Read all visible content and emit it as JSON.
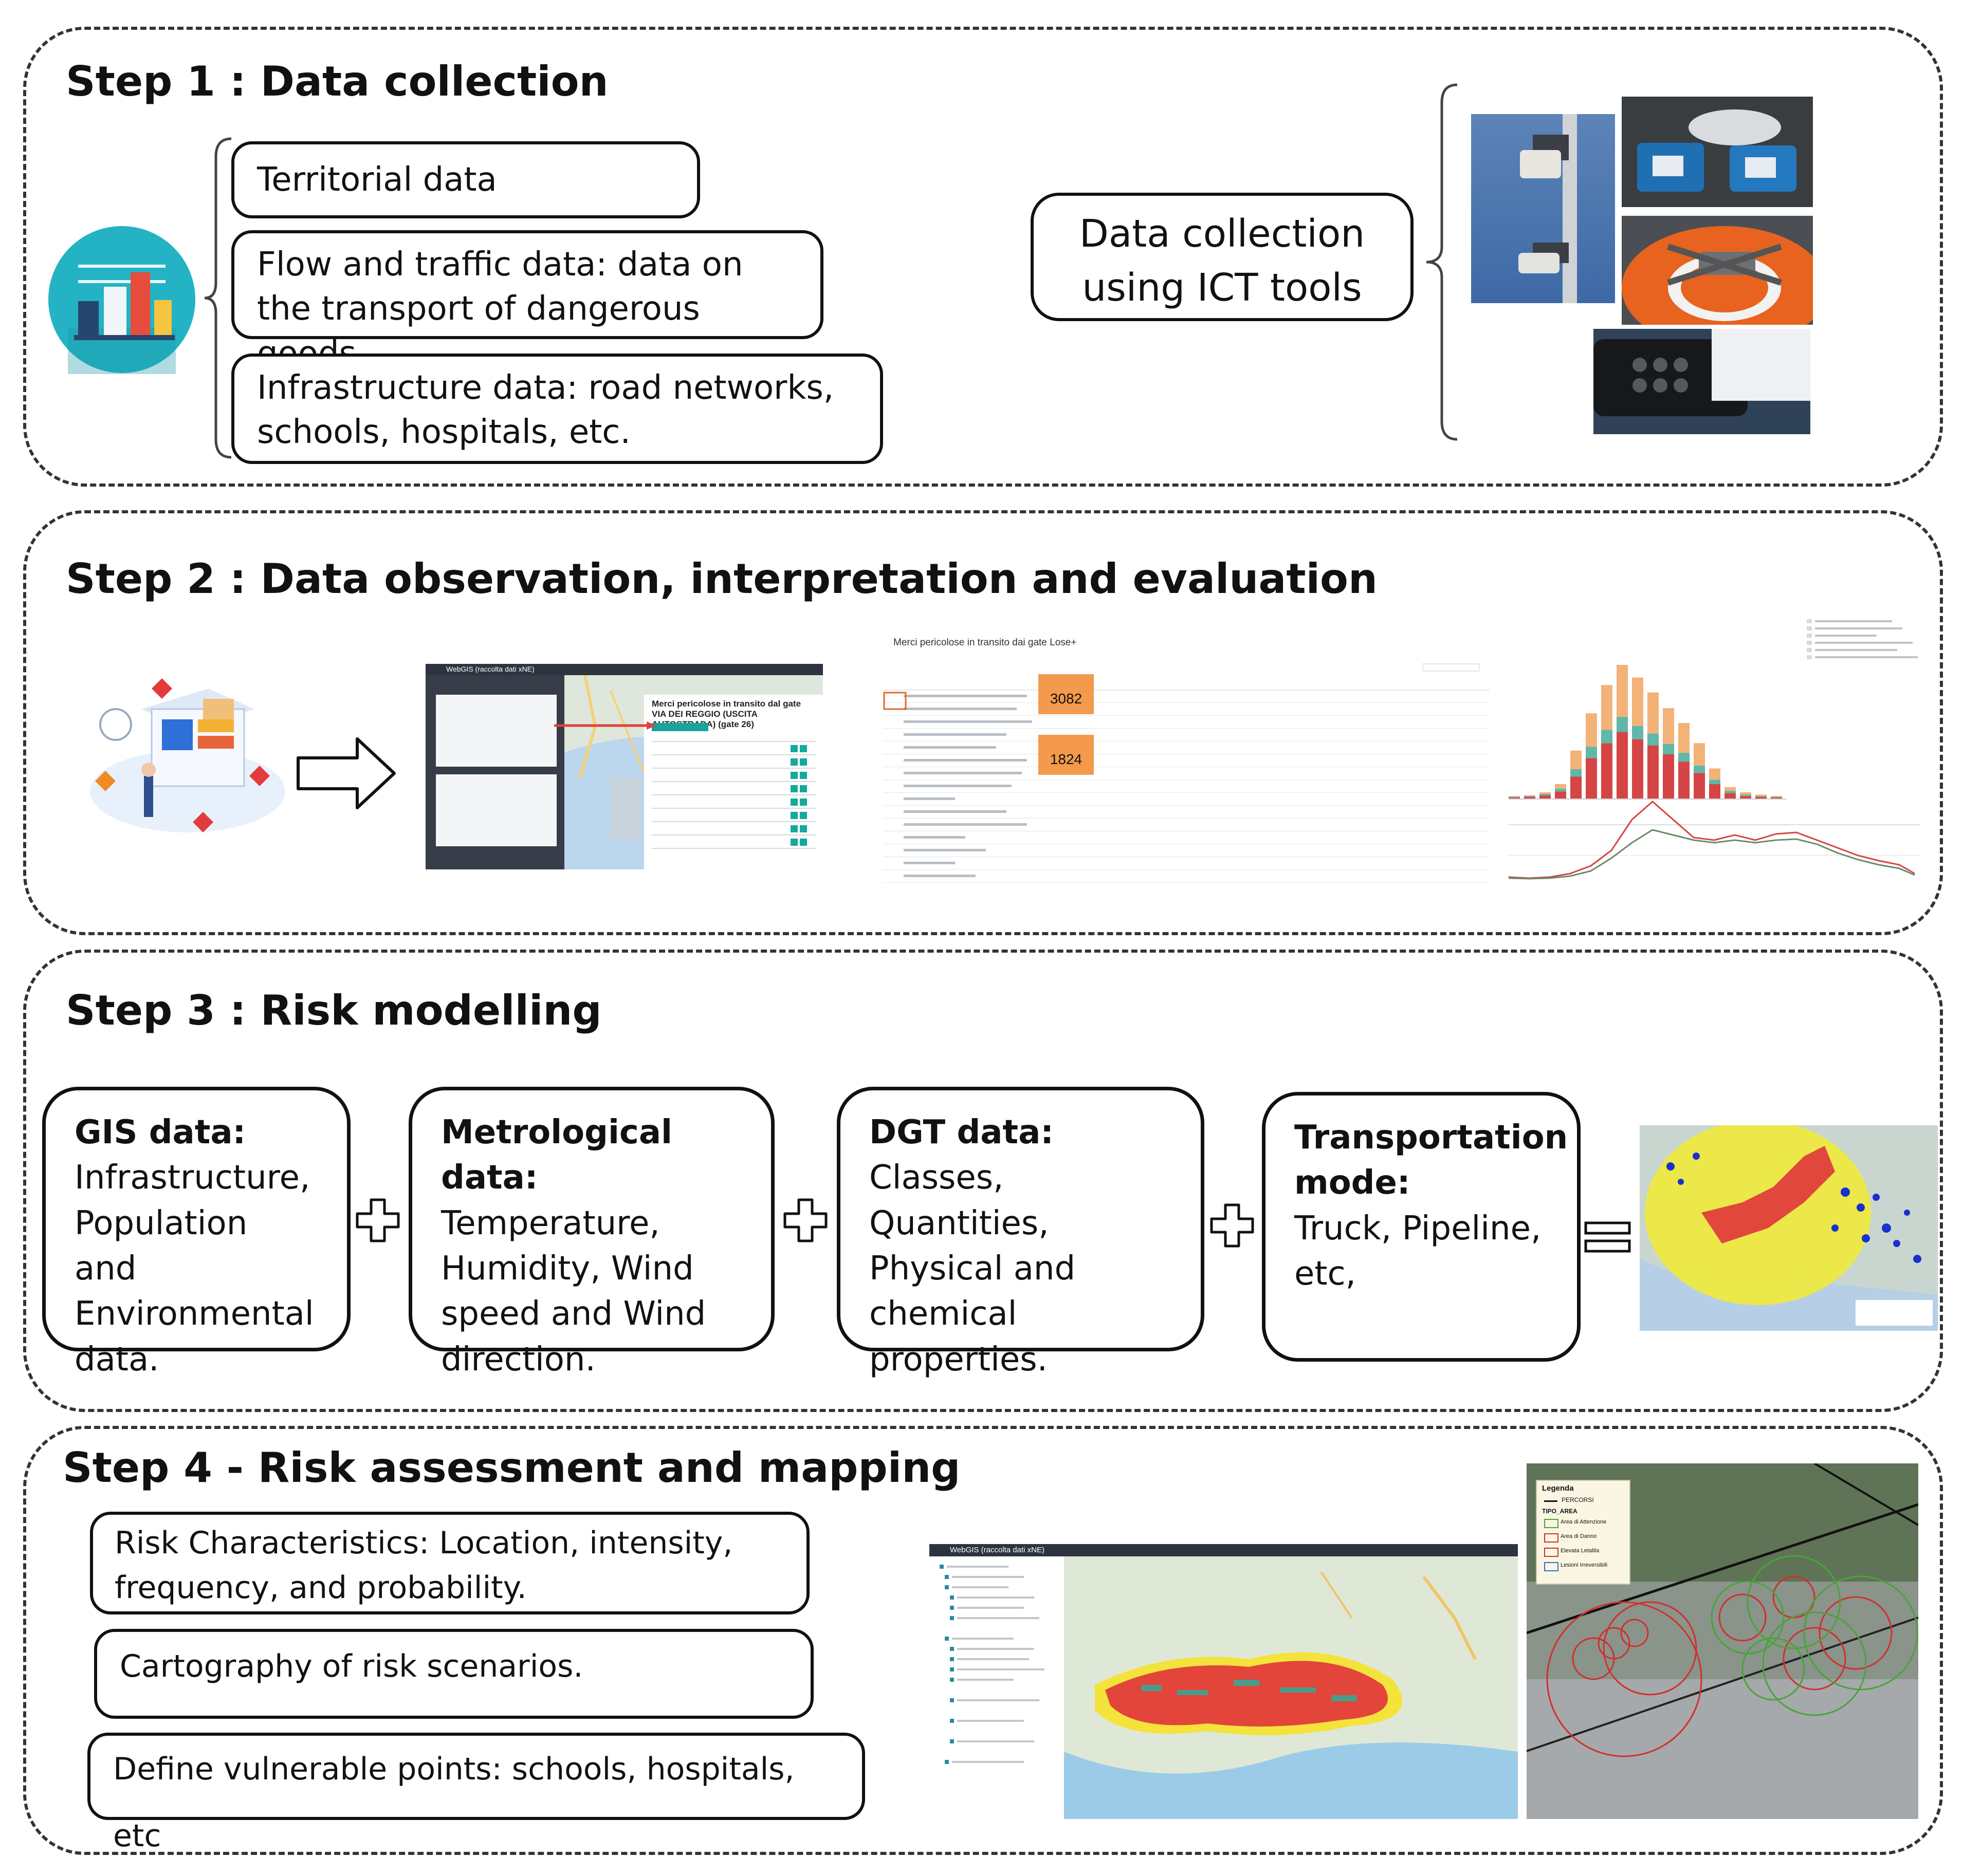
{
  "step1": {
    "title": "Step 1 : Data collection",
    "items": [
      "Territorial data",
      "Flow and traffic data: data on the transport of dangerous goods",
      "Infrastructure data: road networks, schools, hospitals, etc."
    ],
    "ict_box": "Data collection using ICT tools"
  },
  "step2": {
    "title": "Step 2 : Data observation, interpretation and evaluation",
    "webgis": {
      "app_title": "WebGIS (raccolta dati xNE)",
      "panel_title": "Merci pericolose in transito dal gate VIA DEI REGGIO (USCITA AUTOSTRADA) (gate 26)"
    },
    "table": {
      "title": "Merci pericolose in transito dai gate Lose+",
      "highlight_values": [
        "3082",
        "1824"
      ]
    }
  },
  "step3": {
    "title": "Step 3 : Risk modelling",
    "cards": [
      {
        "bold": "GIS data:",
        "text": "Infrastructure, Population and Environmental data."
      },
      {
        "bold": "Metrological data:",
        "text": " Temperature, Humidity, Wind speed and Wind direction."
      },
      {
        "bold": "DGT data:",
        "text": "Classes, Quantities, Physical and chemical properties."
      },
      {
        "bold": "Transportation mode:",
        "text": "Truck, Pipeline, etc,"
      }
    ]
  },
  "step4": {
    "title": "Step 4 - Risk assessment and mapping",
    "items": [
      "Risk Characteristics: Location, intensity, frequency, and probability.",
      "Cartography of risk scenarios.",
      "Define vulnerable points: schools, hospitals, etc"
    ],
    "map_app_title": "WebGIS (raccolta dati xNE)",
    "legend": {
      "title": "Legenda",
      "line_label": "PERCORSI",
      "group_label": "TIPO_AREA",
      "entries": [
        "Area di Attenzione",
        "Area di Danno",
        "Elevata Letalita",
        "Lesioni Irreversibili"
      ]
    }
  },
  "colors": {
    "icon_teal": "#23b3c4",
    "bar_red": "#d64545",
    "bar_orange": "#f3b277",
    "bar_teal": "#5fb8a8",
    "highlight": "#f39a4c"
  }
}
